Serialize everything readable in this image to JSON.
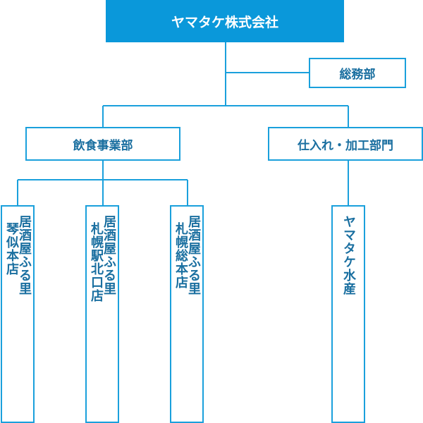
{
  "colors": {
    "accent": "#0a98da",
    "line": "#1aa0dc",
    "text": "#1a6fa0"
  },
  "company": {
    "name": "ヤマタケ株式会社"
  },
  "departments": {
    "general_affairs": "総務部",
    "food_service": "飲食事業部",
    "procurement_processing": "仕入れ・加工部門"
  },
  "stores": {
    "kotoni": {
      "line1": "居酒屋ふる里",
      "line2": "琴似本店"
    },
    "sapporo_eki_kita": {
      "line1": "居酒屋ふる里",
      "line2": "札幌駅北口店"
    },
    "sapporo_so": {
      "line1": "居酒屋ふる里",
      "line2": "札幌総本店"
    }
  },
  "subsidiary": {
    "name": "ヤマタケ水産"
  }
}
